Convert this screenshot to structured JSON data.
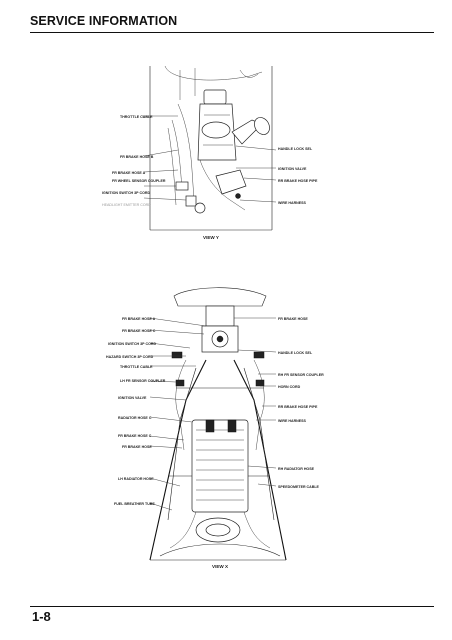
{
  "header": {
    "title": "SERVICE INFORMATION"
  },
  "footer": {
    "page_number": "1-8"
  },
  "figure_y": {
    "view_label": "VIEW Y",
    "labels": {
      "throttle_cable": "THROTTLE CABLE",
      "fr_brake_hose_b": "FR BRAKE HOSE B",
      "fr_brake_hose_a": "FR BRAKE HOSE A",
      "fr_wheel_coupler": "FR WHEEL SENSOR COUPLER",
      "ignition_switch_cord": "IGNITION SWITCH 3P CORD",
      "headlight_connector": "HEADLIGHT EMITTER CORD",
      "handle_lock": "HANDLE LOCK SEL",
      "ignition_valve": "IGNITION VALVE",
      "main_brake_hose": "RR BRAKE HOSE PIPE",
      "wire_harness": "WIRE HARNESS"
    }
  },
  "figure_x": {
    "view_label": "VIEW X",
    "labels": {
      "fr_brake_hose_a": "FR BRAKE HOSE A",
      "fr_brake_hose_c": "FR BRAKE HOSE C",
      "ignition_switch_cord": "IGNITION SWITCH 3P CORD",
      "hazard_switch_cord": "HAZARD SWITCH 3P CORD",
      "throttle_cable": "THROTTLE CABLE",
      "lh_fr_sensor_coupler": "LH FR SENSOR COUPLER",
      "ignition_valve": "IGNITION VALVE",
      "radiator_hose_c": "RADIATOR HOSE C",
      "fr_brake_hose_c2": "FR BRAKE HOSE C",
      "fr_brake_hose": "FR BRAKE HOSE",
      "lh_radiator_hose": "LH RADIATOR HOSE",
      "fuel_breather_tube": "FUEL BREATHER TUBE",
      "fr_brake_hose_r": "FR BRAKE HOSE",
      "handle_lock": "HANDLE LOCK SEL",
      "rh_fr_sensor_coupler": "RH FR SENSOR COUPLER",
      "horn_cord": "HORN CORD",
      "rr_brake_hose_pipe": "RR BRAKE HOSE PIPE",
      "wire_harness": "WIRE HARNESS",
      "rh_radiator_hose": "RH RADIATOR HOSE",
      "speedometer_cable": "SPEEDOMETER CABLE"
    }
  }
}
